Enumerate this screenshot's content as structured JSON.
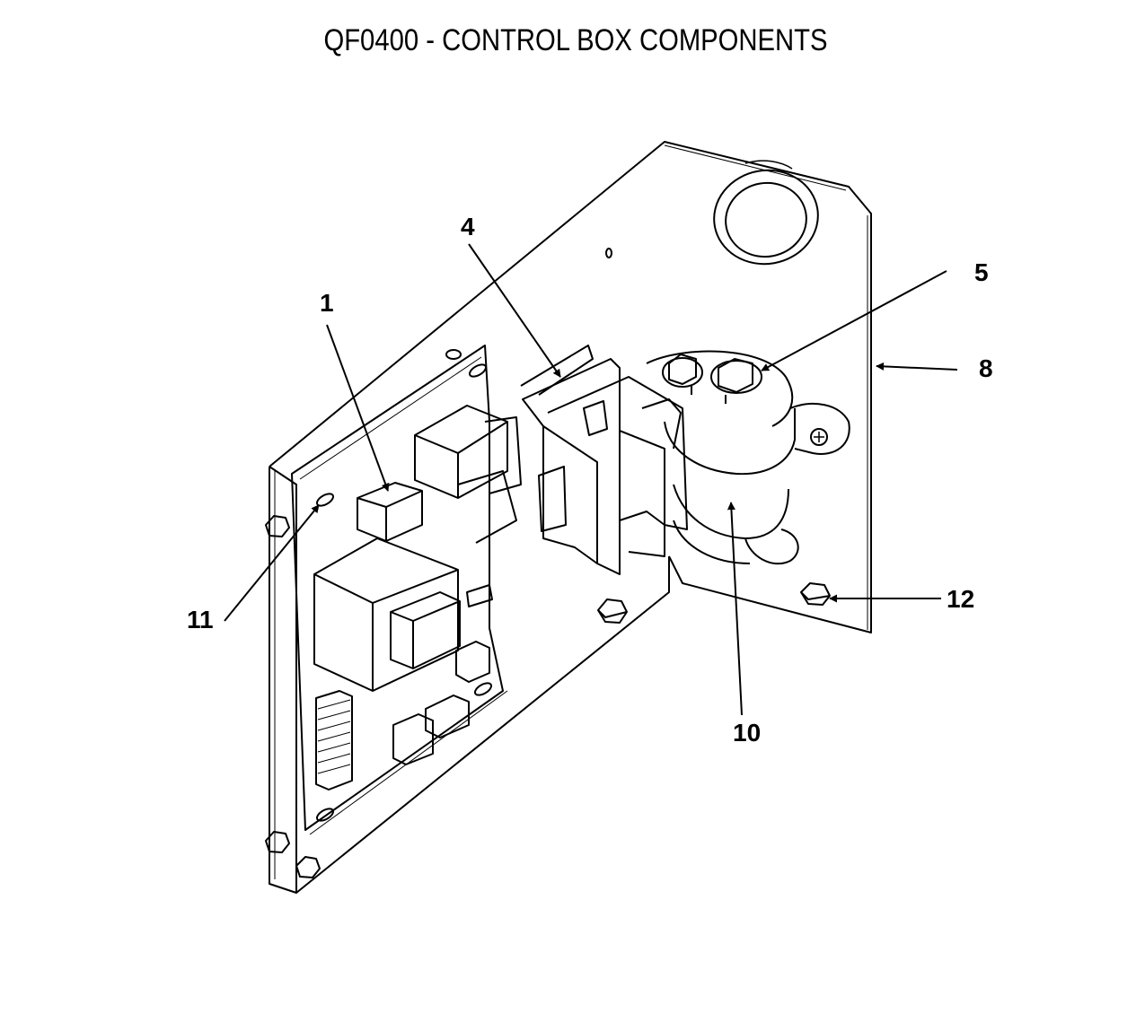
{
  "title": "QF0400 - CONTROL BOX COMPONENTS",
  "callouts": [
    {
      "id": "c1",
      "label": "1"
    },
    {
      "id": "c4",
      "label": "4"
    },
    {
      "id": "c5",
      "label": "5"
    },
    {
      "id": "c8",
      "label": "8"
    },
    {
      "id": "c10",
      "label": "10"
    },
    {
      "id": "c11",
      "label": "11"
    },
    {
      "id": "c12",
      "label": "12"
    }
  ],
  "colors": {
    "line": "#000000",
    "background": "#ffffff"
  }
}
